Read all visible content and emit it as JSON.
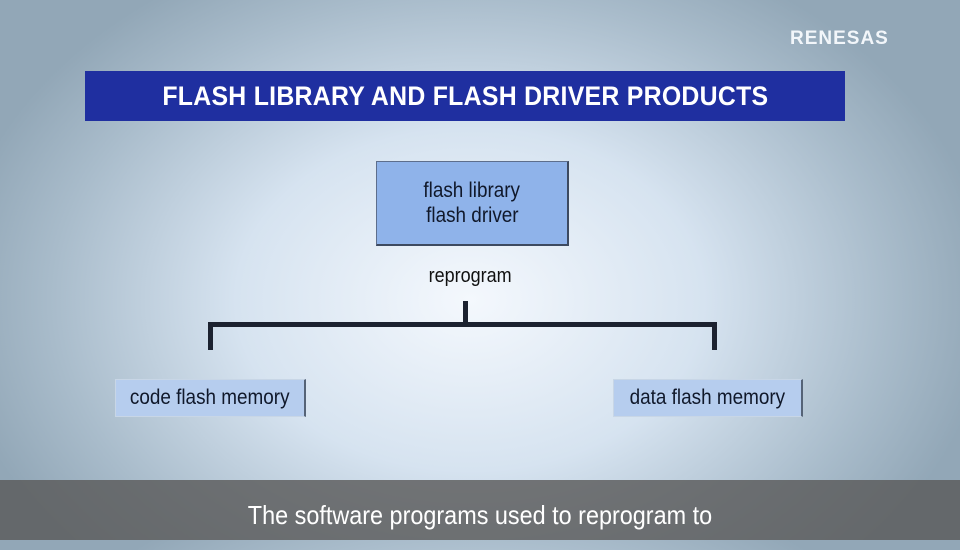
{
  "logo": "RENESAS",
  "title": "FLASH LIBRARY AND FLASH DRIVER PRODUCTS",
  "diagram": {
    "top_box": [
      "flash library",
      "flash driver"
    ],
    "connector_label": "reprogram",
    "left_box": "code flash memory",
    "right_box": "data flash memory"
  },
  "caption": "The software programs used to reprogram to"
}
